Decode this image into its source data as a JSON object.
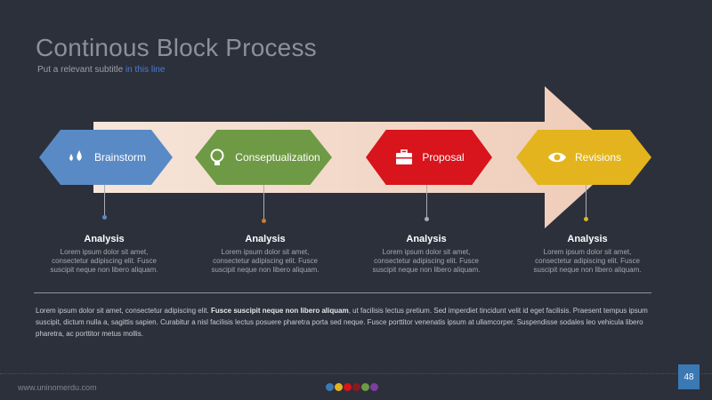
{
  "slide": {
    "title": "Continous Block Process",
    "subtitle_prefix": "Put a relevant subtitle ",
    "subtitle_accent": "in this line",
    "page_number": "48",
    "website": "www.uninomerdu.com"
  },
  "blocks": [
    {
      "label": "Brainstorm",
      "icon": "water-drops-icon",
      "color": "#5a8ac6"
    },
    {
      "label": "Conseptualization",
      "icon": "lightbulb-icon",
      "color": "#6f9a45"
    },
    {
      "label": "Proposal",
      "icon": "briefcase-icon",
      "color": "#d8141c"
    },
    {
      "label": "Revisions",
      "icon": "eye-icon",
      "color": "#e3b41d"
    }
  ],
  "columns": [
    {
      "heading": "Analysis",
      "body": "Lorem ipsum dolor sit amet, consectetur adipiscing elit. Fusce suscipit neque non libero aliquam."
    },
    {
      "heading": "Analysis",
      "body": "Lorem ipsum dolor sit amet, consectetur adipiscing elit. Fusce suscipit neque non libero aliquam."
    },
    {
      "heading": "Analysis",
      "body": "Lorem ipsum dolor sit amet, consectetur adipiscing elit. Fusce suscipit neque non libero aliquam."
    },
    {
      "heading": "Analysis",
      "body": "Lorem ipsum dolor sit amet, consectetur adipiscing elit. Fusce suscipit neque non libero aliquam."
    }
  ],
  "paragraph": {
    "part1": "Lorem ipsum dolor sit amet, consectetur adipiscing elit. ",
    "bold": "Fusce suscipit neque non libero aliquam",
    "part2": ", ut facilisis lectus pretium. Sed imperdiet tincidunt velit id eget facilisis. Praesent tempus ipsum suscipit, dictum nulla a, sagittis sapien. Curabitur a nisl facilisis lectus posuere pharetra porta sed neque. Fusce porttitor venenatis ipsum at ullamcorper. Suspendisse sodales leo vehicula libero pharetra, ac porttitor metus mollis."
  },
  "colors": {
    "background": "#2b303b",
    "arrow": "#f1d8c6",
    "accent": "#4a7bd0",
    "page_badge": "#3b79b5",
    "palette": [
      "#3b79b5",
      "#e3b41d",
      "#d8141c",
      "#8a1a22",
      "#6f9a45",
      "#7b3f9e"
    ]
  }
}
